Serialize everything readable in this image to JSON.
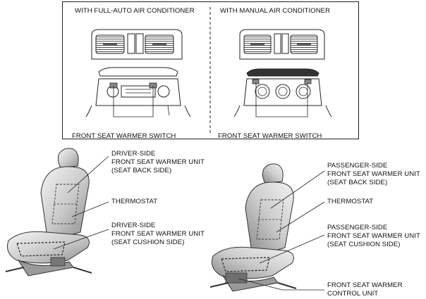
{
  "panels": {
    "left_title": "WITH FULL-AUTO AIR CONDITIONER",
    "right_title": "WITH MANUAL AIR CONDITIONER",
    "left_switch_label": "FRONT SEAT WARMER SWITCH",
    "right_switch_label": "FRONT SEAT WARMER SWITCH"
  },
  "driver_seat": {
    "back_unit": [
      "DRIVER-SIDE",
      "FRONT SEAT WARMER UNIT",
      "(SEAT BACK SIDE)"
    ],
    "thermostat": "THERMOSTAT",
    "cushion_unit": [
      "DRIVER-SIDE",
      "FRONT SEAT WARMER UNIT",
      "(SEAT CUSHION SIDE)"
    ]
  },
  "passenger_seat": {
    "back_unit": [
      "PASSENGER-SIDE",
      "FRONT SEAT WARMER UNIT",
      "(SEAT BACK SIDE)"
    ],
    "thermostat": "THERMOSTAT",
    "cushion_unit": [
      "PASSENGER-SIDE",
      "FRONT SEAT WARMER UNIT",
      "(SEAT CUSHION SIDE)"
    ],
    "control_unit": [
      "FRONT SEAT WARMER",
      "CONTROL UNIT"
    ]
  }
}
